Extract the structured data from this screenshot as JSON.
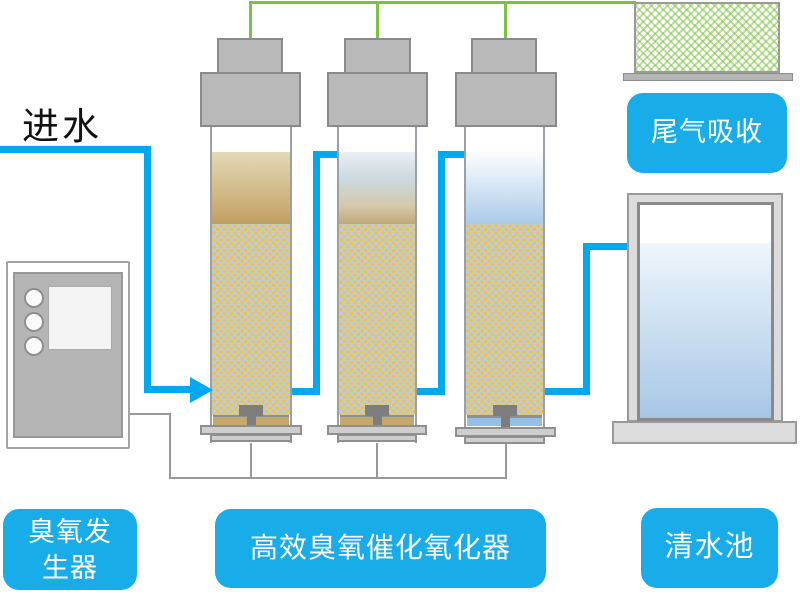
{
  "labels": {
    "inlet": "进水",
    "tail_gas_absorber": "尾气吸收",
    "ozone_generator": {
      "line1": "臭氧发",
      "line2": "生器"
    },
    "oxidizer": "高效臭氧催化氧化器",
    "clean_water_tank": "清水池"
  },
  "colors": {
    "pipe": "#00a9ed",
    "label_bg": "#18ade9",
    "label_text": "#ffffff",
    "gas_green": "#7cc144",
    "wire": "#999999",
    "bed_bg": "#bfcbd8",
    "bed_dot": "#f0c33c",
    "band_tan": "#c5a96c",
    "band_blue": "#95bfe6",
    "fitting": "#7d7d7d"
  }
}
